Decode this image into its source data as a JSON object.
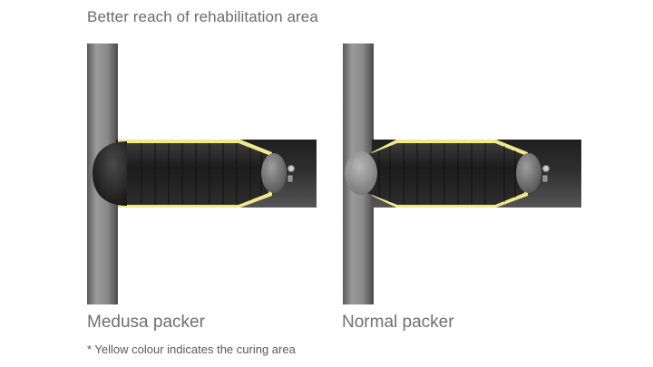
{
  "title": "Better reach of rehabilitation area",
  "captions": {
    "left": "Medusa packer",
    "right": "Normal packer"
  },
  "footnote": "* Yellow colour indicates the curing area",
  "colors": {
    "pipe_light": "#909090",
    "pipe_dark": "#4e4e4e",
    "lateral_top": "#2a2a2a",
    "lateral_bottom": "#4c4c4c",
    "packer": "#262626",
    "curing_area": "#f2e88a",
    "text": "#6b6b6b"
  }
}
